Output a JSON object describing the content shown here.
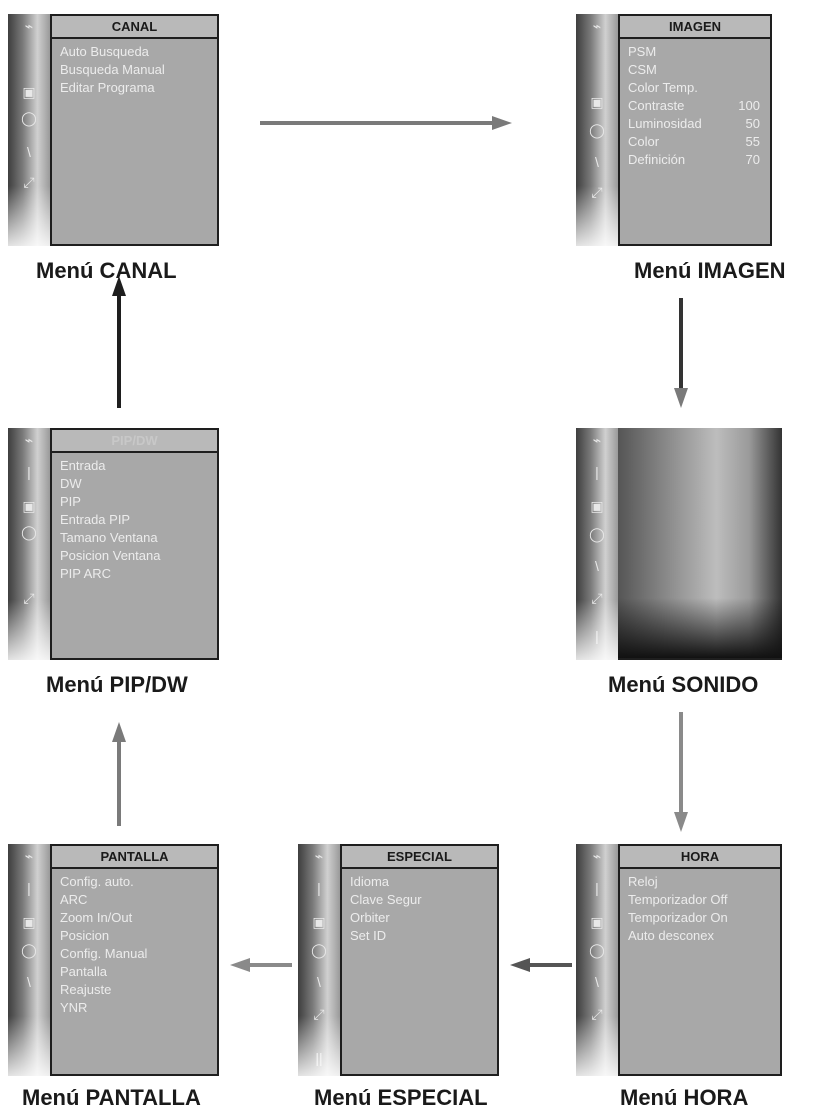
{
  "menus": {
    "canal": {
      "title": "CANAL",
      "items": [
        "Auto Busqueda",
        "Busqueda Manual",
        "Editar Programa"
      ],
      "caption": "Menú CANAL"
    },
    "imagen": {
      "title": "IMAGEN",
      "items": [
        {
          "label": "PSM",
          "value": ""
        },
        {
          "label": "CSM",
          "value": ""
        },
        {
          "label": "Color Temp.",
          "value": ""
        },
        {
          "label": "Contraste",
          "value": "100"
        },
        {
          "label": "Luminosidad",
          "value": "50"
        },
        {
          "label": "Color",
          "value": "55"
        },
        {
          "label": "Definición",
          "value": "70"
        }
      ],
      "caption": "Menú IMAGEN"
    },
    "pip": {
      "title": "PIP/DW",
      "items": [
        "Entrada",
        "DW",
        "PIP",
        "Entrada PIP",
        "Tamano Ventana",
        "Posicion Ventana",
        "PIP ARC"
      ],
      "caption": "Menú PIP/DW"
    },
    "sonido": {
      "caption": "Menú SONIDO"
    },
    "pantalla": {
      "title": "PANTALLA",
      "items": [
        "Config. auto.",
        "ARC",
        "Zoom In/Out",
        "Posicion",
        "Config. Manual",
        "Pantalla",
        "Reajuste",
        "YNR"
      ],
      "caption": "Menú PANTALLA"
    },
    "especial": {
      "title": "ESPECIAL",
      "items": [
        "Idioma",
        "Clave Segur",
        "Orbiter",
        "Set ID"
      ],
      "caption": "Menú ESPECIAL"
    },
    "hora": {
      "title": "HORA",
      "items": [
        "Reloj",
        "Temporizador Off",
        "Temporizador On",
        "Auto desconex"
      ],
      "caption": "Menú HORA"
    }
  },
  "icons": [
    "tv-antenna-icon",
    "picture-icon",
    "speaker-icon",
    "clock-icon",
    "special-icon",
    "screen-icon",
    "pip-icon"
  ],
  "colors": {
    "panel": "#a8a8a8",
    "text": "#ececec",
    "title_bg": "#b9b9b9",
    "arrow": "#7a7a7a",
    "arrow_dark": "#333333"
  }
}
